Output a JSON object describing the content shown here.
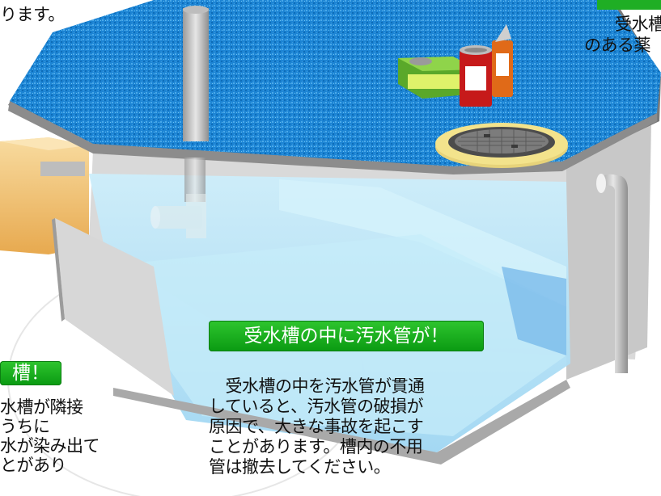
{
  "texts": {
    "topleft_fragment": "ります。",
    "topright_line1": "受水槽",
    "topright_line2": "のある薬",
    "left_header": "槽！",
    "left_body": [
      "水槽が隣接",
      "うちに",
      "水が染み出て",
      "とがあり"
    ],
    "center_header": "受水槽の中に汚水管が！",
    "center_body": [
      "　受水槽の中を汚水管が貫通",
      "していると、汚水管の破損が",
      "原因で、大きな事故を起こす",
      "ことがあります。槽内の不用",
      "管は撤去してください。"
    ]
  },
  "colors": {
    "lid_blue": "#1e86d6",
    "water_light": "#bfe6f7",
    "wall_gray": "#cfcfcf",
    "label_green": "#1fae24",
    "sewage_tank": "#e8a23a"
  }
}
